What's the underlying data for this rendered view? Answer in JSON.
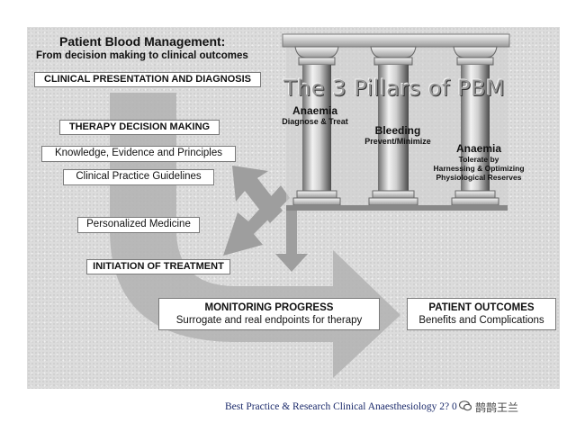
{
  "header": {
    "title": "Patient Blood Management:",
    "subtitle": "From decision making to clinical outcomes"
  },
  "flow": {
    "clinical_presentation": "CLINICAL PRESENTATION AND DIAGNOSIS",
    "therapy_decision": "THERAPY DECISION MAKING",
    "knowledge": "Knowledge, Evidence and  Principles",
    "guidelines": "Clinical Practice Guidelines",
    "personalized": "Personalized Medicine",
    "initiation": "INITIATION OF TREATMENT",
    "monitoring_title": "MONITORING PROGRESS",
    "monitoring_sub": "Surrogate and real endpoints for therapy",
    "outcomes_title": "PATIENT OUTCOMES",
    "outcomes_sub": "Benefits and Complications"
  },
  "pillars": {
    "title": "The 3 Pillars of PBM",
    "items": [
      {
        "name": "Anaemia",
        "detail": "Diagnose & Treat"
      },
      {
        "name": "Bleeding",
        "detail": "Prevent/Minimize"
      },
      {
        "name": "Anaemia",
        "detail_line1": "Tolerate by",
        "detail_line2": "Harnessing & Optimizing",
        "detail_line3": "Physiological Reserves"
      }
    ]
  },
  "footer": {
    "citation": "Best Practice & Research Clinical Anaesthesiology 2?   0",
    "watermark": "鹊鹊王兰",
    "watermark_icon": "chat-bubble-icon"
  },
  "colors": {
    "background": "#dcdcdc",
    "arrow": "#b4b4b4",
    "box_border": "#7a7a7a",
    "footer_text": "#1b2a6b"
  }
}
